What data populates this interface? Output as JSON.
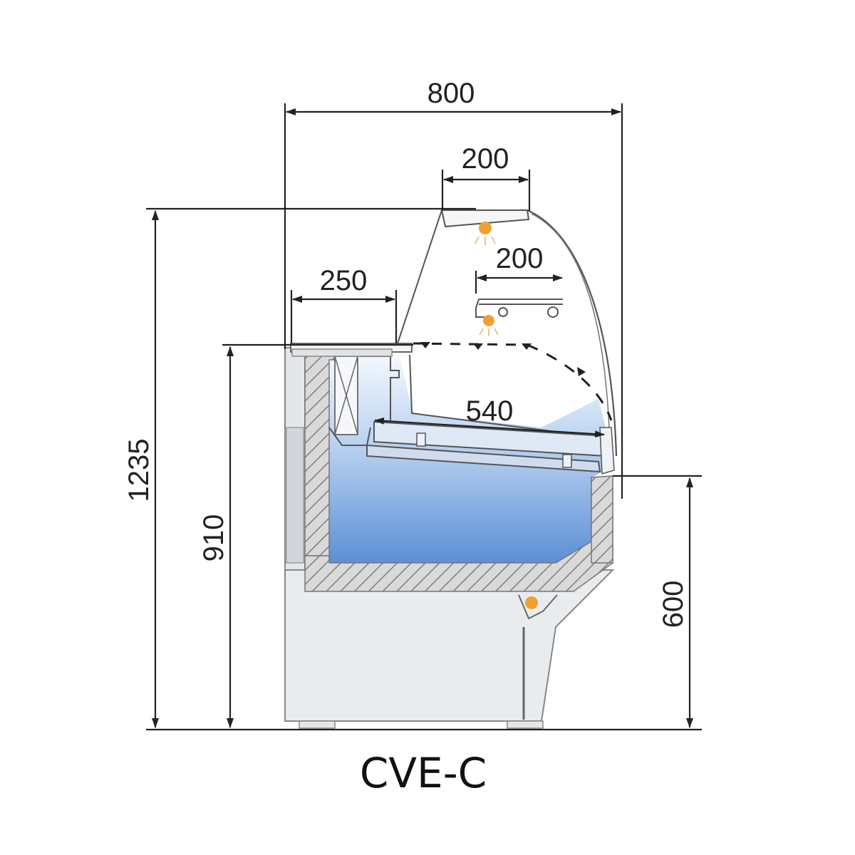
{
  "model": "CVE-C",
  "dimensions": {
    "total_width": "800",
    "top_glass_width": "200",
    "shelf_width": "200",
    "worktop_depth": "250",
    "display_depth": "540",
    "total_height": "1235",
    "counter_height": "910",
    "front_height": "600"
  },
  "colors": {
    "display_top": "#f4f8fd",
    "display_bottom": "#5b8fd6",
    "cabinet": "#e9ecee",
    "hatch": "#8a8a8a",
    "lamp": "#f0a030"
  }
}
